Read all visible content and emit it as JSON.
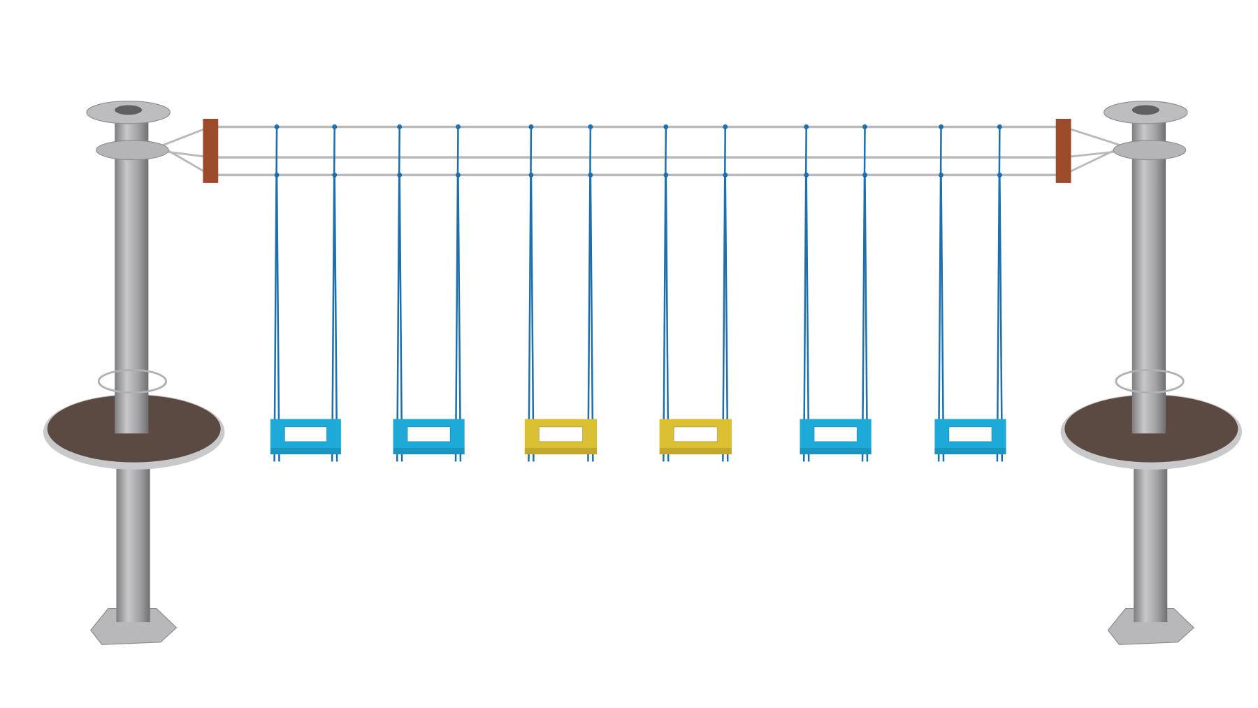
{
  "scene": {
    "subject": "rope-course-swing-bridge",
    "colors": {
      "background": "#ffffff",
      "pole": "#a9a9ab",
      "pole_shade": "#7d7d80",
      "platform": "#5b4a42",
      "platform_rim": "#c9c9cb",
      "wood": "#9b4a2a",
      "cable": "#b9b9bc",
      "rope": "#1d6fae",
      "seat_cyan": "#1eaad8",
      "seat_yellow": "#dcc033"
    },
    "swings": [
      {
        "color": "seat_cyan"
      },
      {
        "color": "seat_cyan"
      },
      {
        "color": "seat_yellow"
      },
      {
        "color": "seat_yellow"
      },
      {
        "color": "seat_cyan"
      },
      {
        "color": "seat_cyan"
      }
    ]
  }
}
